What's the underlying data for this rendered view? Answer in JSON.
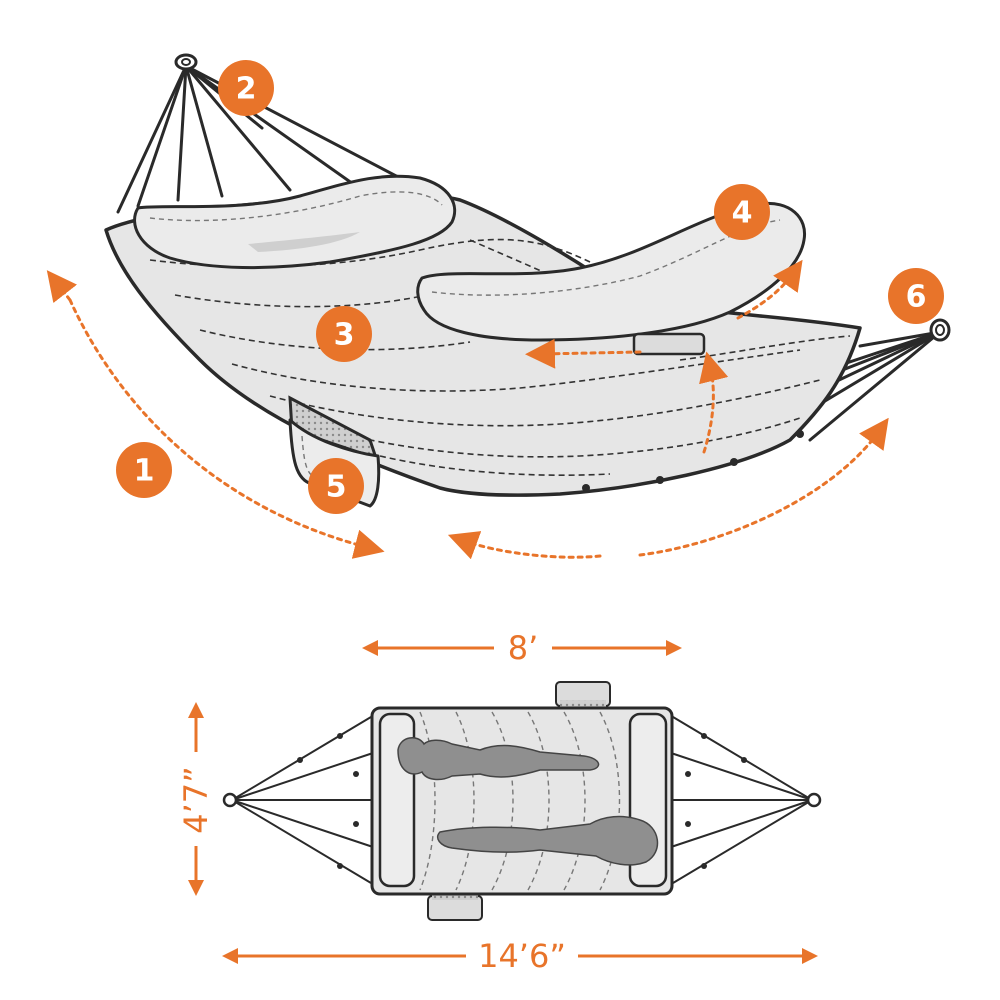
{
  "callouts": [
    {
      "id": "1",
      "label": "1"
    },
    {
      "id": "2",
      "label": "2"
    },
    {
      "id": "3",
      "label": "3"
    },
    {
      "id": "4",
      "label": "4"
    },
    {
      "id": "5",
      "label": "5"
    },
    {
      "id": "6",
      "label": "6"
    }
  ],
  "dimensions": {
    "width": "8’",
    "height": "4’7”",
    "length": "14’6”"
  },
  "colors": {
    "accent": "#e8742a",
    "fabric": "#e6e6e6",
    "ink": "#2a2a2a",
    "figure": "#8f8f8f"
  },
  "icons": [
    "hammock-perspective-illustration",
    "hammock-top-view-illustration",
    "person-silhouette-icon",
    "carabiner-ring-icon"
  ]
}
